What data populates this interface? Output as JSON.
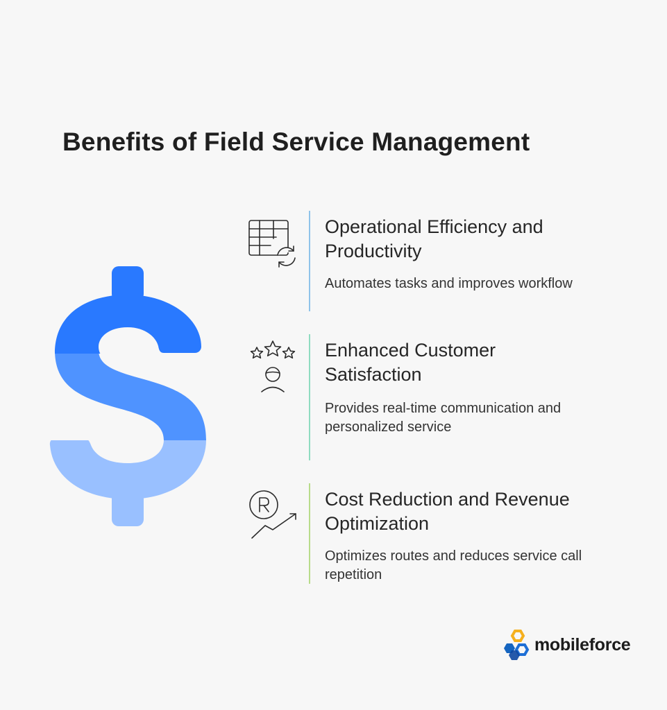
{
  "title": "Benefits of Field Service Management",
  "colors": {
    "dollar_top": "#2979ff",
    "dollar_middle": "#4f93ff",
    "dollar_bottom": "#99c0ff",
    "bar_1": "#8fc3ea",
    "bar_2": "#8fdcc0",
    "bar_3": "#b8dc8a",
    "logo_orange": "#f5b01e",
    "logo_blue": "#1565c0"
  },
  "items": [
    {
      "icon": "spreadsheet-refresh-icon",
      "heading": "Operational Efficiency and Productivity",
      "description": "Automates tasks and improves workflow"
    },
    {
      "icon": "customer-stars-icon",
      "heading": "Enhanced Customer Satisfaction",
      "description": "Provides real-time communication and personalized service"
    },
    {
      "icon": "revenue-growth-icon",
      "heading": "Cost Reduction and Revenue Optimization",
      "description": "Optimizes routes and reduces service call repetition"
    }
  ],
  "brand": {
    "name": "mobileforce",
    "icon": "mobileforce-logo-icon"
  }
}
